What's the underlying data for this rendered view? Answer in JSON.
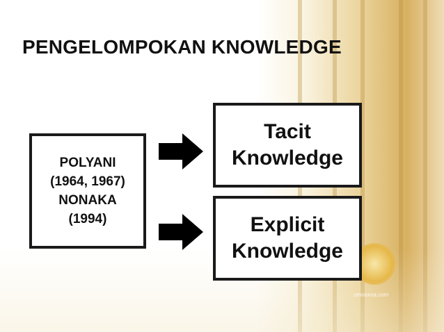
{
  "title": "PENGELOMPOKAN KNOWLEDGE",
  "source_box": {
    "lines": [
      "POLYANI",
      "(1964, 1967)",
      "NONAKA",
      "(1994)"
    ]
  },
  "target_boxes": [
    {
      "lines": [
        "Tacit",
        "Knowledge"
      ]
    },
    {
      "lines": [
        "Explicit",
        "Knowledge"
      ]
    }
  ],
  "watermark": "omnexna.com",
  "colors": {
    "box_border": "#1a1a1a",
    "arrow": "#000000",
    "accent_bg": "#d6ac58"
  }
}
